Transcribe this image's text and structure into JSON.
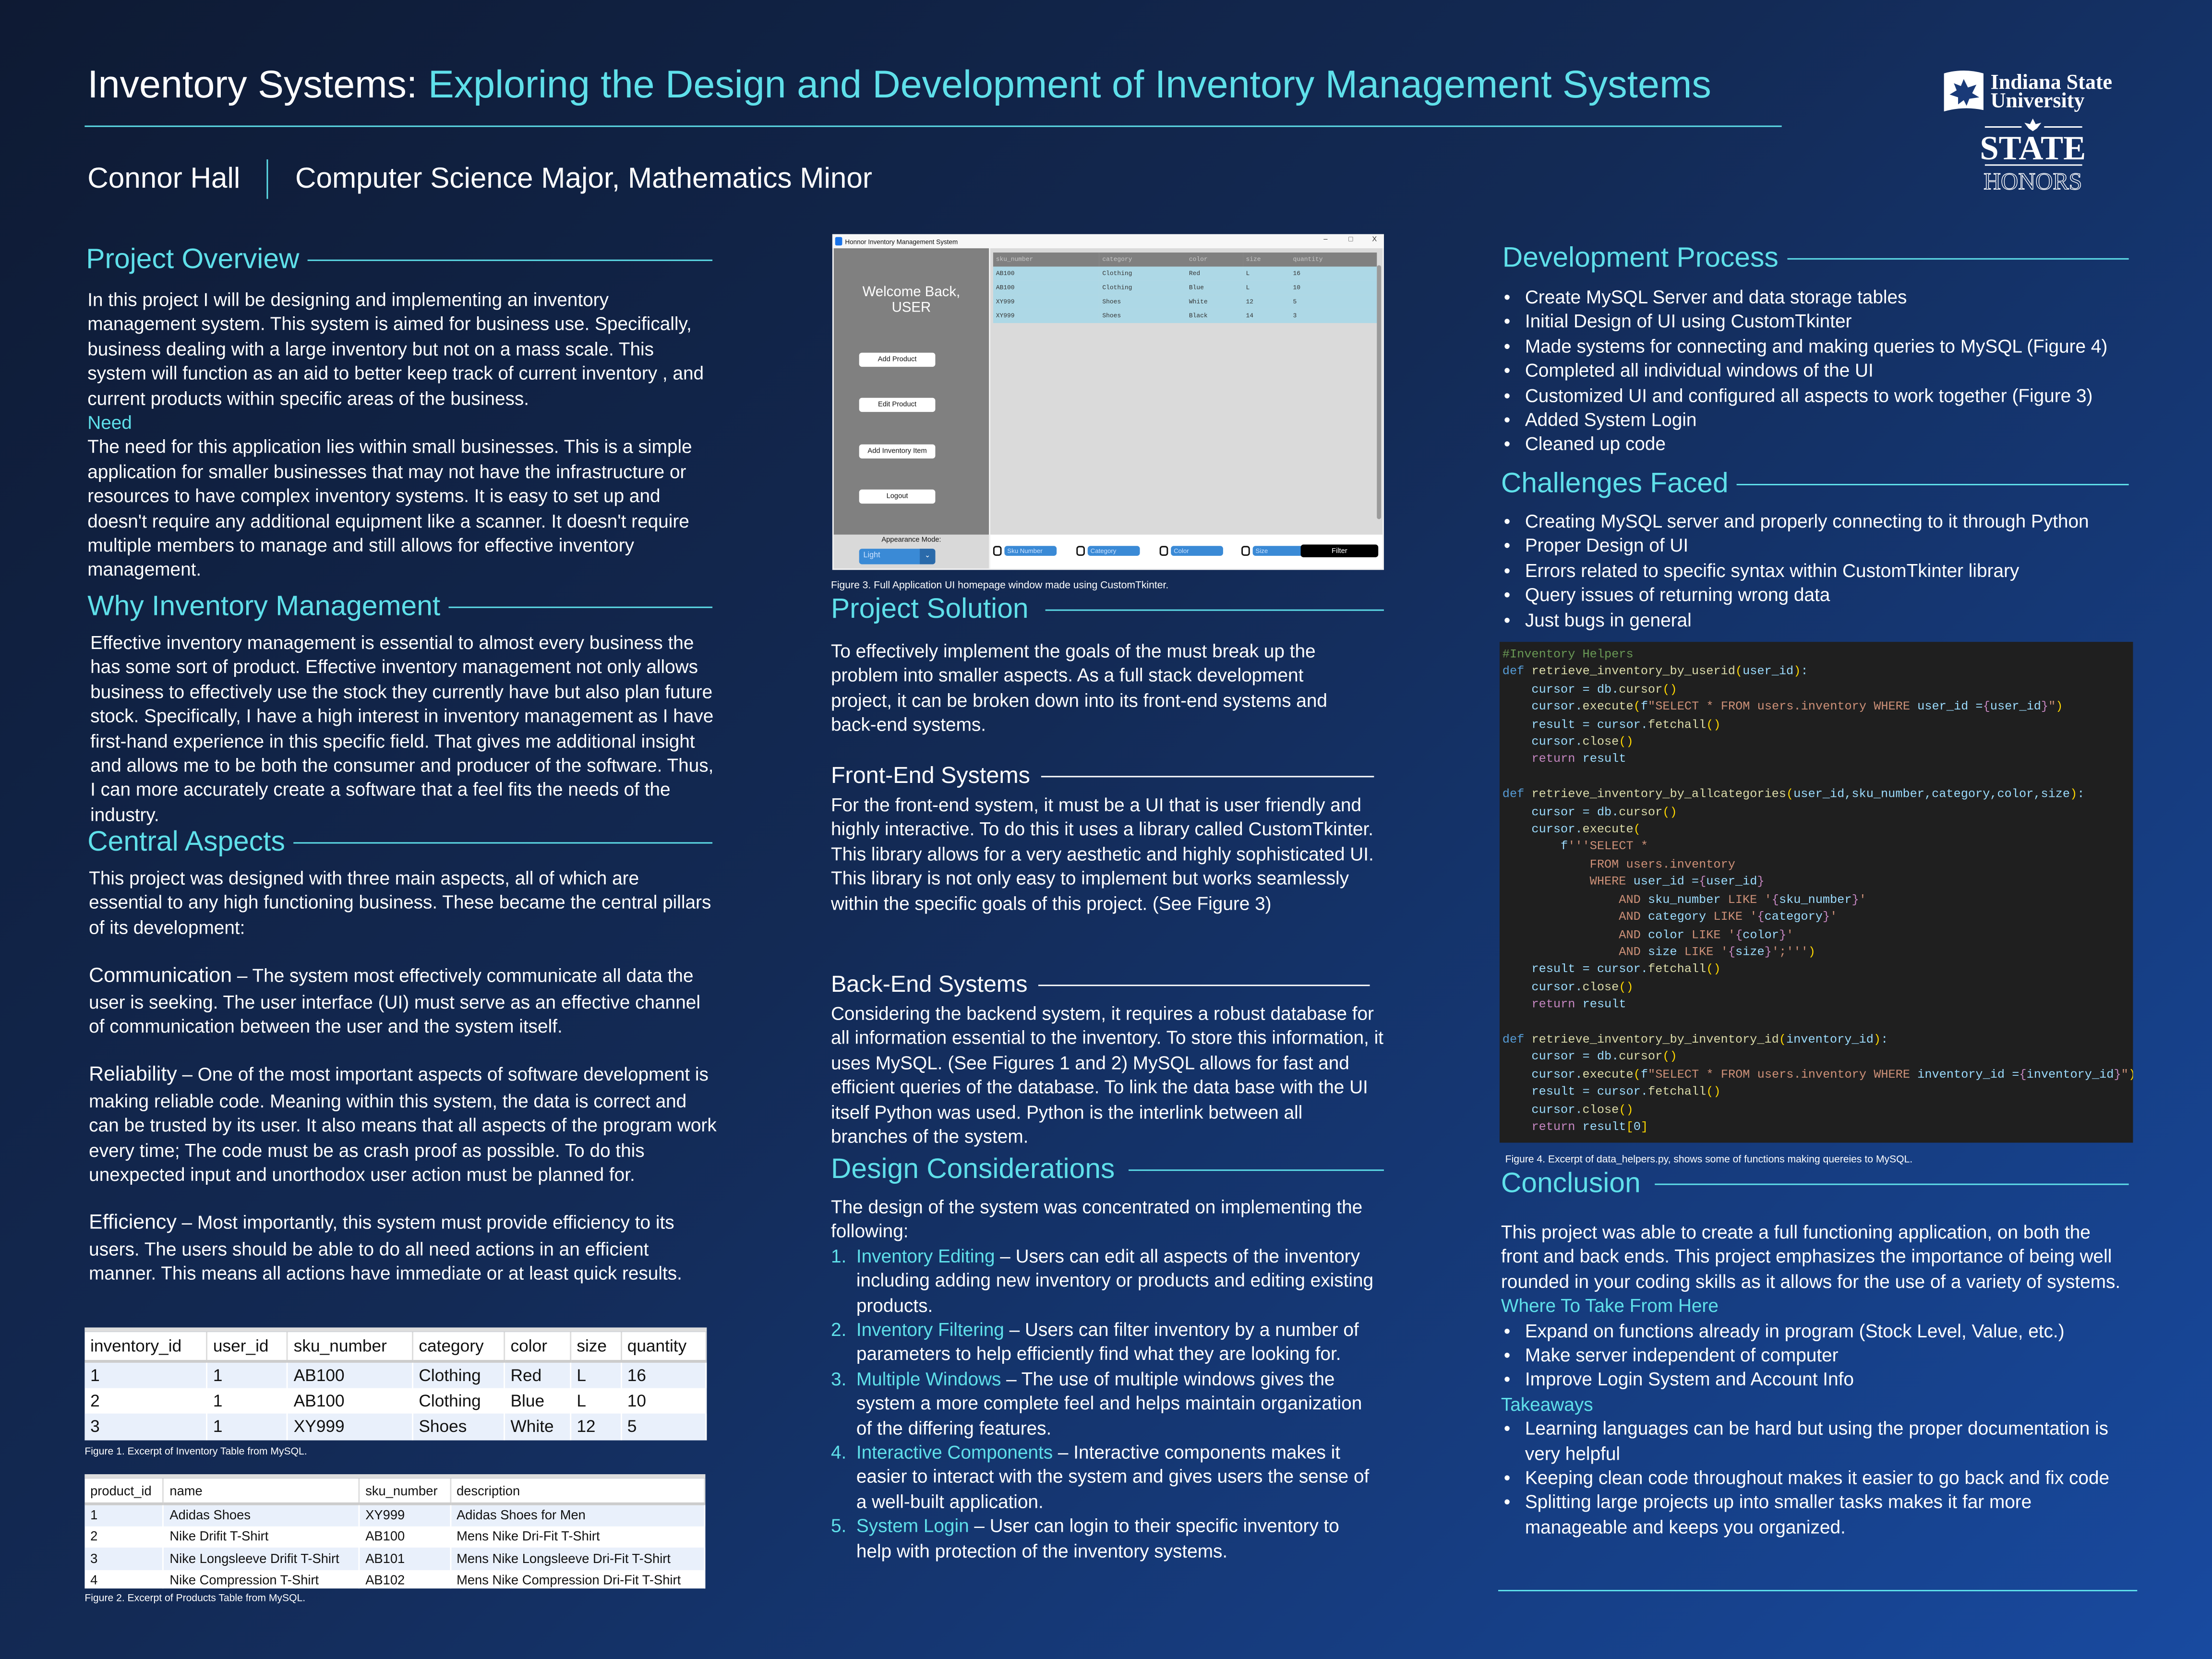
{
  "header": {
    "title_prefix": "Inventory Systems: ",
    "title_main": "Exploring the Design and Development of Inventory Management Systems",
    "author": "Connor Hall",
    "program": "Computer Science Major, Mathematics Minor"
  },
  "logo": {
    "university": "Indiana State University",
    "state": "STATE",
    "honors": "HONORS"
  },
  "overview": {
    "heading": "Project Overview",
    "p1": "In this project I will be designing and implementing an inventory management system. This system is aimed for business use. Specifically, business dealing with a large inventory but not on a mass scale. This system will function as an aid to better keep track of current inventory , and current products within specific areas of the business.",
    "need_label": "Need",
    "p2": "The need for this application lies within small businesses. This is a simple application for smaller businesses that may not have the infrastructure or resources to have complex inventory systems. It is easy to set up and doesn't require any additional equipment like a scanner. It doesn't require multiple members to manage and still allows for effective inventory management."
  },
  "why": {
    "heading": "Why Inventory Management",
    "p": "Effective inventory management is essential to almost every business the has some sort of product. Effective inventory management not only allows business to effectively use the stock they currently have but also plan future stock. Specifically, I have a high interest in inventory management as I have first-hand experience in this specific field. That gives me additional insight and allows me to be both the consumer and producer of the software. Thus, I can more accurately create a software that a feel fits the needs of the industry."
  },
  "central": {
    "heading": "Central Aspects",
    "intro": "This project was designed with three main aspects, all of which are essential to any high functioning business. These became the central pillars of its development:",
    "aspects": [
      {
        "term": "Communication",
        "text": " – The system most effectively communicate all data the user is seeking. The user interface (UI) must serve as an effective channel of communication between the user and the system itself."
      },
      {
        "term": "Reliability",
        "text": " – One of the most important aspects of software development is making reliable code. Meaning within this system, the data is correct and can be trusted by its user. It also means that all aspects of the program work every time; The code must be as crash proof as possible. To do this unexpected input and unorthodox user action must be planned for."
      },
      {
        "term": "Efficiency",
        "text": " – Most importantly, this system must provide efficiency to its users. The users should be able to do all need actions in an efficient manner. This means all actions have immediate or at least quick results."
      }
    ]
  },
  "figure1": {
    "caption": "Figure 1. Excerpt of Inventory Table from MySQL.",
    "columns": [
      "inventory_id",
      "user_id",
      "sku_number",
      "category",
      "color",
      "size",
      "quantity"
    ],
    "rows": [
      [
        "1",
        "1",
        "AB100",
        "Clothing",
        "Red",
        "L",
        "16"
      ],
      [
        "2",
        "1",
        "AB100",
        "Clothing",
        "Blue",
        "L",
        "10"
      ],
      [
        "3",
        "1",
        "XY999",
        "Shoes",
        "White",
        "12",
        "5"
      ]
    ]
  },
  "figure2": {
    "caption": "Figure 2. Excerpt of Products Table from MySQL.",
    "columns": [
      "product_id",
      "name",
      "sku_number",
      "description"
    ],
    "rows": [
      [
        "1",
        "Adidas Shoes",
        "XY999",
        "Adidas Shoes for Men"
      ],
      [
        "2",
        "Nike Drifit T-Shirt",
        "AB100",
        "Mens Nike Dri-Fit T-Shirt"
      ],
      [
        "3",
        "Nike Longsleeve Drifit T-Shirt",
        "AB101",
        "Mens Nike Longsleeve Dri-Fit T-Shirt"
      ],
      [
        "4",
        "Nike Compression T-Shirt",
        "AB102",
        "Mens Nike Compression Dri-Fit T-Shirt"
      ]
    ]
  },
  "figure3": {
    "caption": "Figure 3. Full Application UI homepage window made using CustomTkinter.",
    "window_title": "Honnor Inventory Management System",
    "welcome": "Welcome Back,",
    "user": "USER",
    "buttons": [
      "Add Product",
      "Edit Product",
      "Add Inventory Item",
      "Logout"
    ],
    "appearance_label": "Appearance Mode:",
    "appearance_value": "Light",
    "columns": [
      "sku_number",
      "category",
      "color",
      "size",
      "quantity"
    ],
    "rows": [
      [
        "AB100",
        "Clothing",
        "Red",
        "L",
        "16"
      ],
      [
        "AB100",
        "Clothing",
        "Blue",
        "L",
        "10"
      ],
      [
        "XY999",
        "Shoes",
        "White",
        "12",
        "5"
      ],
      [
        "XY999",
        "Shoes",
        "Black",
        "14",
        "3"
      ]
    ],
    "filters": [
      "Sku Number",
      "Category",
      "Color",
      "Size"
    ],
    "filter_button": "Filter"
  },
  "solution": {
    "heading": "Project Solution",
    "p": "To effectively implement the goals of the must break up the problem into smaller aspects. As a full stack development project, it can be broken down into its front-end systems and back-end systems.",
    "frontend_heading": "Front-End Systems",
    "frontend": "For the front-end system, it must be a UI that is user friendly and highly interactive. To do this it uses a library called CustomTkinter. This library allows for a very aesthetic and highly sophisticated UI. This library is not only easy to implement but works seamlessly within the specific goals of this project. (See Figure 3)",
    "backend_heading": "Back-End Systems",
    "backend": "Considering the backend system, it requires a robust database for all information essential to the inventory. To store this information, it uses MySQL. (See Figures 1 and 2) MySQL allows for fast and efficient queries of the database. To link the data base with the UI itself Python was used. Python is the interlink between all branches of the system."
  },
  "design": {
    "heading": "Design Considerations",
    "intro": "The design of the system was concentrated on implementing the following:",
    "items": [
      {
        "n": "1.",
        "term": "Inventory Editing",
        "text": " – Users can edit all aspects of the inventory including adding new inventory or products and editing existing products."
      },
      {
        "n": "2.",
        "term": "Inventory Filtering",
        "text": " – Users can filter inventory by a number of parameters to help efficiently find what they are looking for."
      },
      {
        "n": "3.",
        "term": "Multiple Windows",
        "text": " – The use of multiple windows gives the system  a more complete feel and helps maintain organization of the differing features."
      },
      {
        "n": "4.",
        "term": "Interactive Components",
        "text": " – Interactive components makes it easier to interact with the system and gives users the sense of a well-built application."
      },
      {
        "n": "5.",
        "term": "System Login",
        "text": " – User can login to their specific inventory to help with protection of the inventory systems."
      }
    ]
  },
  "development": {
    "heading": "Development Process",
    "items": [
      "Create MySQL Server and data storage tables",
      "Initial Design of UI using CustomTkinter",
      "Made systems for connecting and making queries to MySQL (Figure 4)",
      "Completed all individual windows of the UI",
      "Customized UI and configured all aspects to work together (Figure 3)",
      "Added System Login",
      "Cleaned up code"
    ]
  },
  "challenges": {
    "heading": "Challenges Faced",
    "items": [
      "Creating MySQL server and properly connecting to it through Python",
      "Proper Design of UI",
      "Errors related to specific syntax within CustomTkinter library",
      "Query issues of returning wrong data",
      "Just bugs in general"
    ]
  },
  "figure4": {
    "caption": "Figure 4. Excerpt of data_helpers.py, shows some of functions making quereies to MySQL.",
    "code": [
      "#Inventory Helpers",
      "def retrieve_inventory_by_userid(user_id):",
      "    cursor = db.cursor()",
      "    cursor.execute(f\"SELECT * FROM users.inventory WHERE user_id ={user_id}\")",
      "    result = cursor.fetchall()",
      "    cursor.close()",
      "    return result",
      "",
      "def retrieve_inventory_by_allcategories(user_id,sku_number,category,color,size):",
      "    cursor = db.cursor()",
      "    cursor.execute(",
      "        f'''SELECT *",
      "            FROM users.inventory",
      "            WHERE user_id ={user_id}",
      "                AND sku_number LIKE '{sku_number}'",
      "                AND category LIKE '{category}'",
      "                AND color LIKE '{color}'",
      "                AND size LIKE '{size}';''')",
      "    result = cursor.fetchall()",
      "    cursor.close()",
      "    return result",
      "",
      "def retrieve_inventory_by_inventory_id(inventory_id):",
      "    cursor = db.cursor()",
      "    cursor.execute(f\"SELECT * FROM users.inventory WHERE inventory_id ={inventory_id}\")",
      "    result = cursor.fetchall()",
      "    cursor.close()",
      "    return result[0]"
    ]
  },
  "conclusion": {
    "heading": "Conclusion",
    "p": "This project was able to create a full functioning application, on both the front and back ends. This project emphasizes the importance of being well rounded in your coding skills as it allows for the use of a variety of systems.",
    "next_label": "Where To Take From Here",
    "next": [
      "Expand on functions already in program (Stock Level, Value, etc.)",
      "Make server independent of computer",
      "Improve Login System and Account Info"
    ],
    "takeaways_label": "Takeaways",
    "takeaways": [
      "Learning languages can be hard but using the proper documentation is very helpful",
      "Keeping clean code throughout makes it easier to go back and fix code",
      "Splitting large projects up into smaller tasks makes it far more manageable and keeps you organized."
    ]
  }
}
